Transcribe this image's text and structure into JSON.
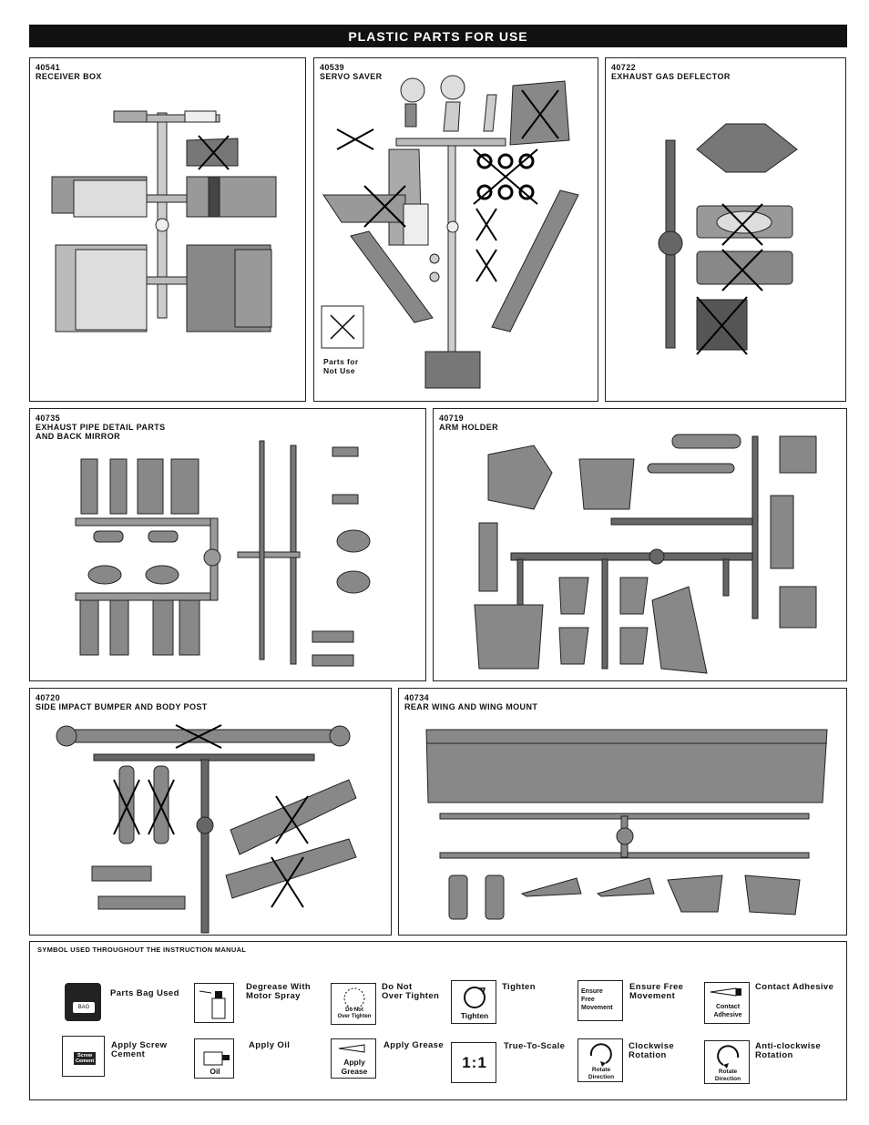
{
  "header": {
    "title": "PLASTIC PARTS FOR USE"
  },
  "panels": {
    "p40541": {
      "code": "40541",
      "name": "RECEIVER BOX"
    },
    "p40539": {
      "code": "40539",
      "name": "SERVO SAVER",
      "legend": "Parts for\nNot Use"
    },
    "p40722": {
      "code": "40722",
      "name": "EXHAUST GAS DEFLECTOR"
    },
    "p40735": {
      "code": "40735",
      "name": "EXHAUST PIPE DETAIL PARTS\nAND BACK MIRROR"
    },
    "p40719": {
      "code": "40719",
      "name": "ARM  HOLDER"
    },
    "p40720": {
      "code": "40720",
      "name": "SIDE IMPACT BUMPER AND BODY POST"
    },
    "p40734": {
      "code": "40734",
      "name": "REAR WING AND WING MOUNT"
    }
  },
  "symbols": {
    "heading": "SYMBOL USED THROUGHOUT THE INSTRUCTION MANUAL",
    "bag": {
      "label": "Parts Bag Used",
      "icon_text": "BAG"
    },
    "degrease": {
      "label": "Degrease With\nMotor Spray"
    },
    "no_over": {
      "label": "Do Not\nOver Tighten",
      "icon_text": "Do Not\nOver Tighten"
    },
    "tighten": {
      "label": "Tighten",
      "icon_text": "Tighten"
    },
    "free": {
      "label": "Ensure Free\nMovement",
      "icon_text": "Ensure\nFree\nMovement"
    },
    "contact": {
      "label": "Contact  Adhesive",
      "icon_text": "Contact\nAdhesive"
    },
    "screw": {
      "label": "Apply Screw\nCement",
      "icon_text": "Screw\nCement"
    },
    "oil": {
      "label": "Apply Oil",
      "icon_text": "Oil"
    },
    "grease": {
      "label": "Apply Grease",
      "icon_text": "Apply\nGrease"
    },
    "scale": {
      "label": "True-To-Scale",
      "icon_text": "1:1"
    },
    "cw": {
      "label": "Clockwise\nRotation",
      "icon_text": "Rotate\nDirection"
    },
    "acw": {
      "label": "Anti-clockwise\nRotation",
      "icon_text": "Rotate\nDirection"
    }
  }
}
